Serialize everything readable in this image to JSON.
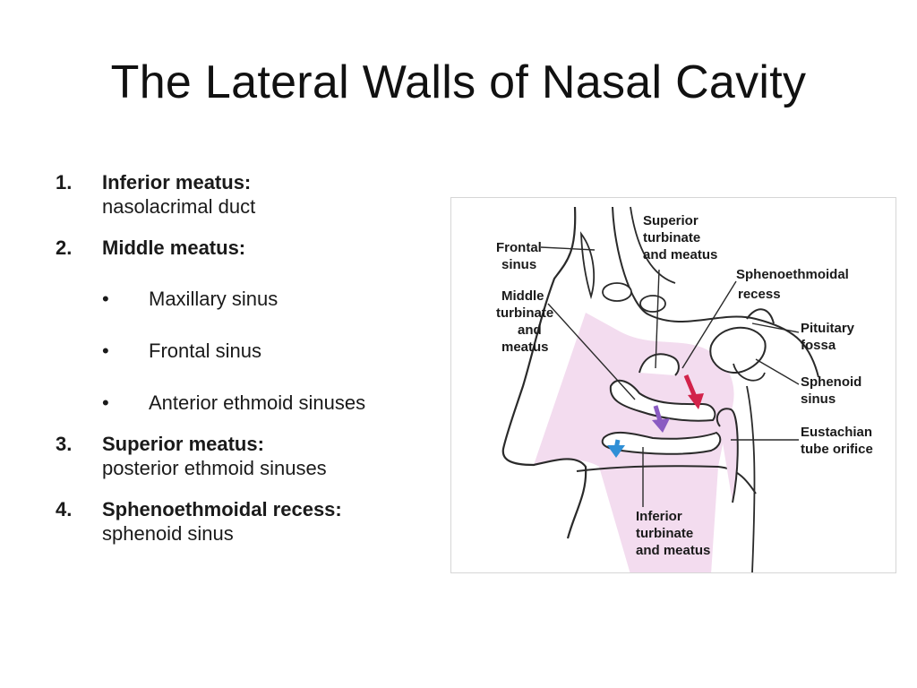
{
  "title": "The Lateral Walls of Nasal Cavity",
  "list": [
    {
      "number": "1.",
      "heading": "Inferior meatus:",
      "description": "nasolacrimal duct"
    },
    {
      "number": "2.",
      "heading": "Middle meatus:",
      "bullets": [
        "Maxillary sinus",
        "Frontal sinus",
        "Anterior ethmoid sinuses"
      ]
    },
    {
      "number": "3.",
      "heading": "Superior meatus:",
      "description": "posterior ethmoid sinuses"
    },
    {
      "number": "4.",
      "heading": "Sphenoethmoidal recess:",
      "description": "sphenoid sinus"
    }
  ],
  "bullet_symbol": "•",
  "diagram": {
    "labels": {
      "frontal_sinus": [
        "Frontal",
        "sinus"
      ],
      "middle_turbinate": [
        "Middle",
        "turbinate",
        "and",
        "meatus"
      ],
      "superior_turbinate": [
        "Superior",
        "turbinate",
        "and meatus"
      ],
      "sphenoethmoidal": [
        "Sphenoethmoidal",
        "recess"
      ],
      "pituitary": [
        "Pituitary",
        "fossa"
      ],
      "sphenoid": [
        "Sphenoid",
        "sinus"
      ],
      "eustachian": [
        "Eustachian",
        "tube orifice"
      ],
      "inferior_turbinate": [
        "Inferior",
        "turbinate",
        "and meatus"
      ]
    },
    "colors": {
      "cavity_fill": "#f3dcef",
      "arrow_red": "#d2234a",
      "arrow_purple": "#8a5bc2",
      "arrow_blue": "#2f8fd6",
      "line": "#2a2a2a"
    }
  }
}
